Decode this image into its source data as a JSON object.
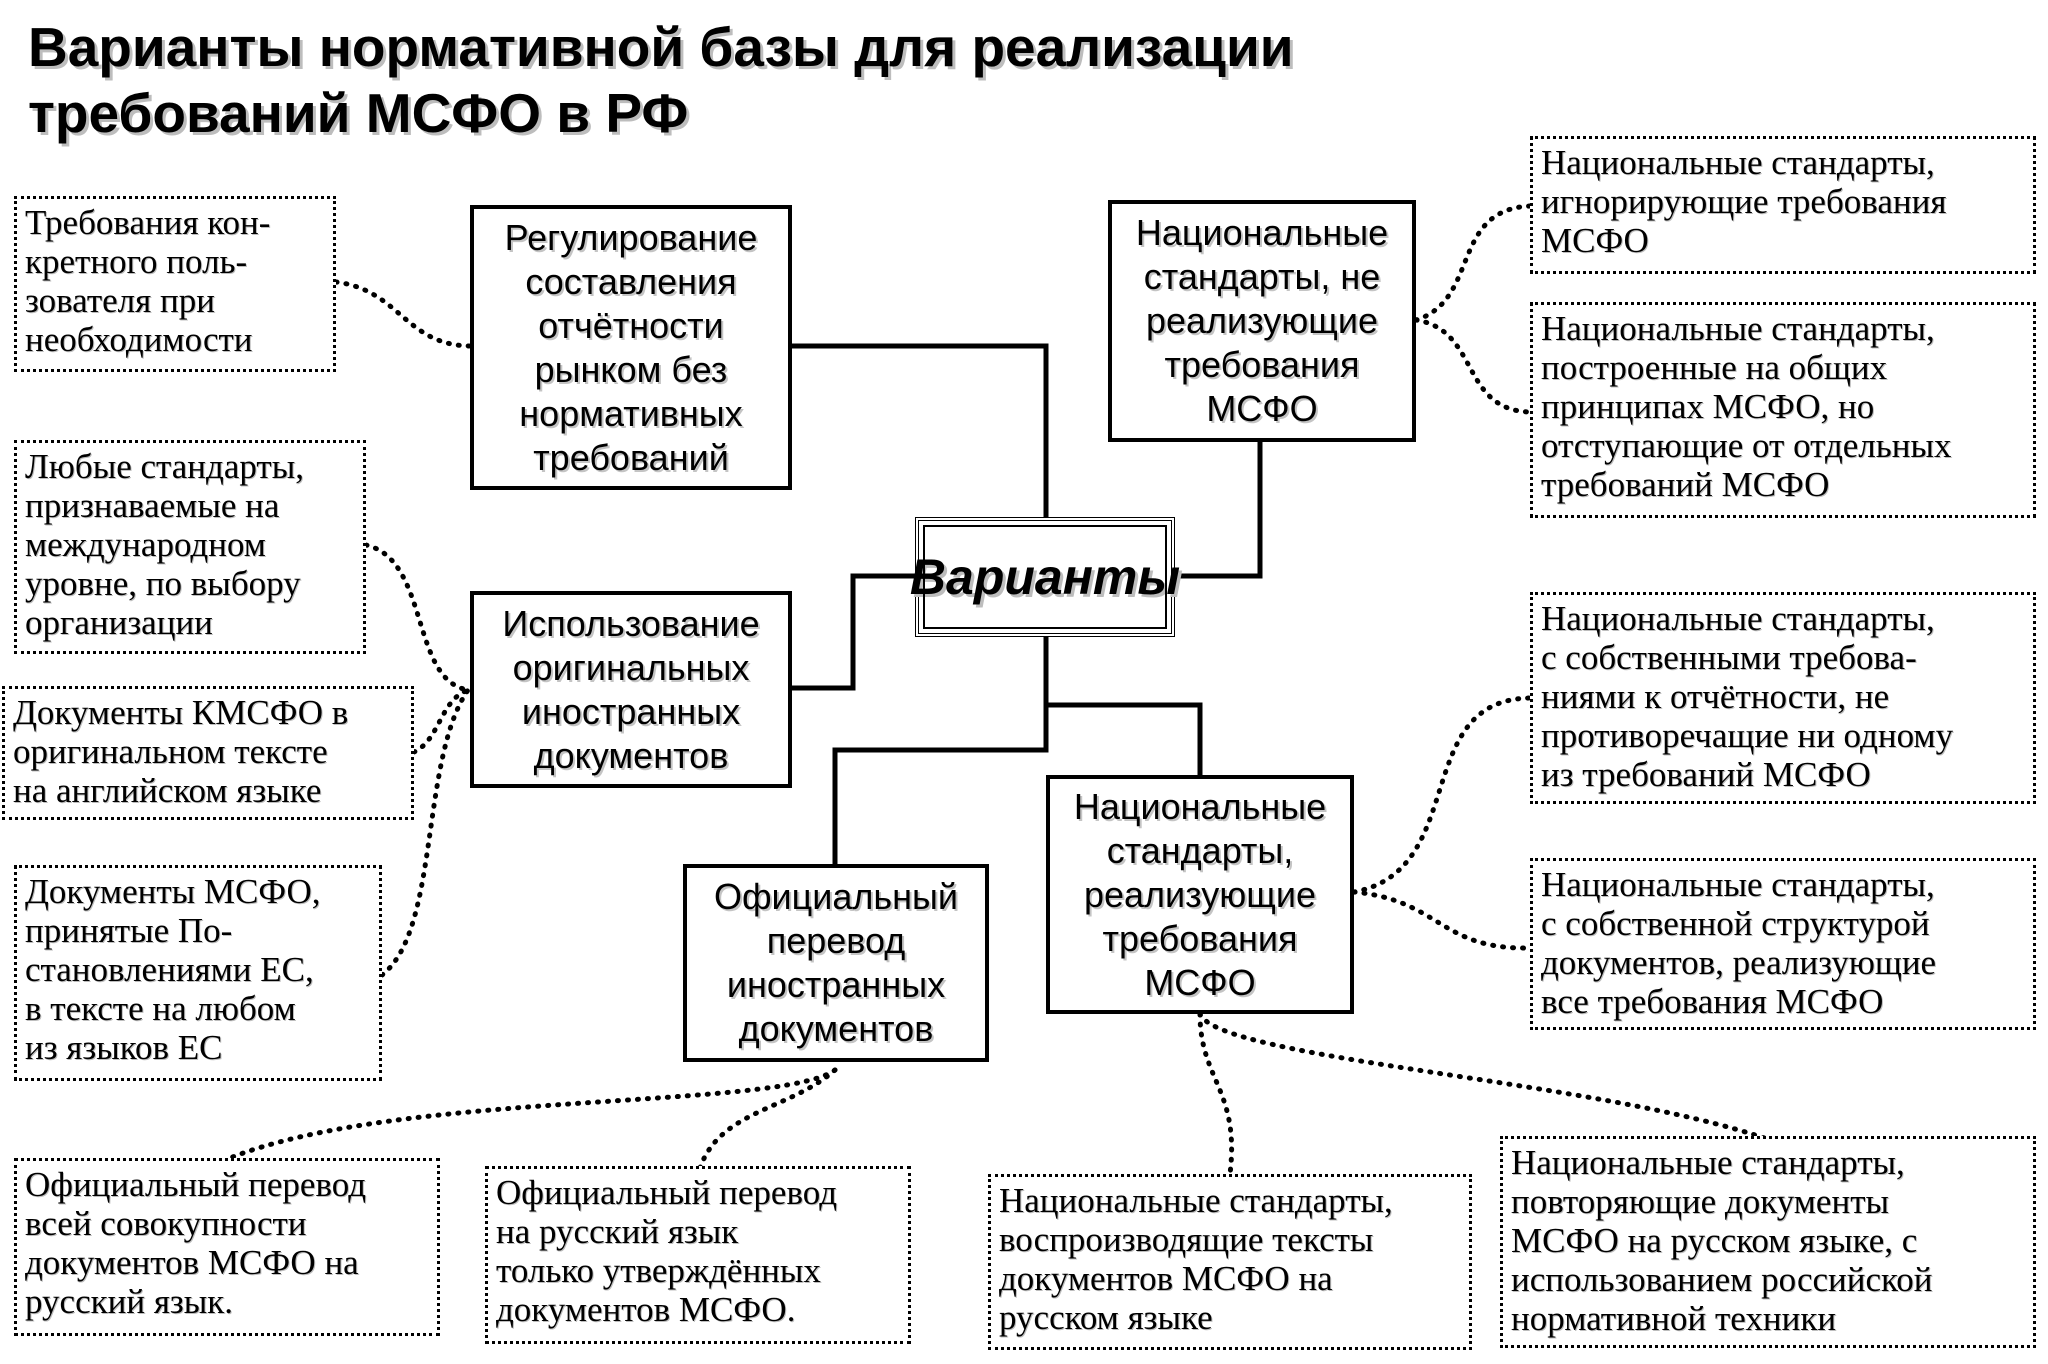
{
  "title": "Варианты нормативной базы для реализации\nтребований МСФО в РФ",
  "center": "Варианты",
  "options": {
    "market": "Регулирование\nсоставления\nотчётности\nрынком без\nнормативных\nтребований",
    "national_not": "Национальные\nстандарты, не\nреализующие\nтребования\nМСФО",
    "original": "Использование\nоригинальных\nиностранных\nдокументов",
    "official": "Официальный\nперевод\nиностранных\nдокументов",
    "national_yes": "Национальные\nстандарты,\nреализующие\nтребования\nМСФО"
  },
  "details": {
    "user_req": "Требования кон-\nкретного поль-\nзователя при\nнеобходимости",
    "any_std": "Любые стандарты,\nпризнаваемые на\nмеждународном\nуровне, по выбору\nорганизации",
    "kmsfo": "Документы КМСФО в\nоригинальном тексте\nна английском языке",
    "eu_docs": "Документы МСФО,\nпринятые По-\nстановлениями ЕС,\nв тексте на любом\nиз языков ЕС",
    "ignore": "Национальные стандарты,\nигнорирующие требования\nМСФО",
    "deviate": "Национальные стандарты,\nпостроенные на общих\nпринципах МСФО, но\nотступающие от отдельных\nтребований МСФО",
    "own_req": "Национальные стандарты,\nс собственными требова-\nниями к отчётности, не\nпротиворечащие ни одному\nиз требований МСФО",
    "own_struct": "Национальные стандарты,\nс собственной структурой\nдокументов, реализующие\nвсе требования МСФО",
    "full_transl": "Официальный перевод\nвсей совокупности\nдокументов МСФО на\nрусский язык.",
    "approved_transl": "Официальный перевод\nна русский язык\nтолько утверждённых\nдокументов МСФО.",
    "reproduce": "Национальные стандарты,\nвоспроизводящие тексты\nдокументов МСФО на\nрусском языке",
    "repeat": "Национальные стандарты,\nповторяющие документы\nМСФО на русском языке, с\nиспользованием российской\nнормативной техники"
  }
}
